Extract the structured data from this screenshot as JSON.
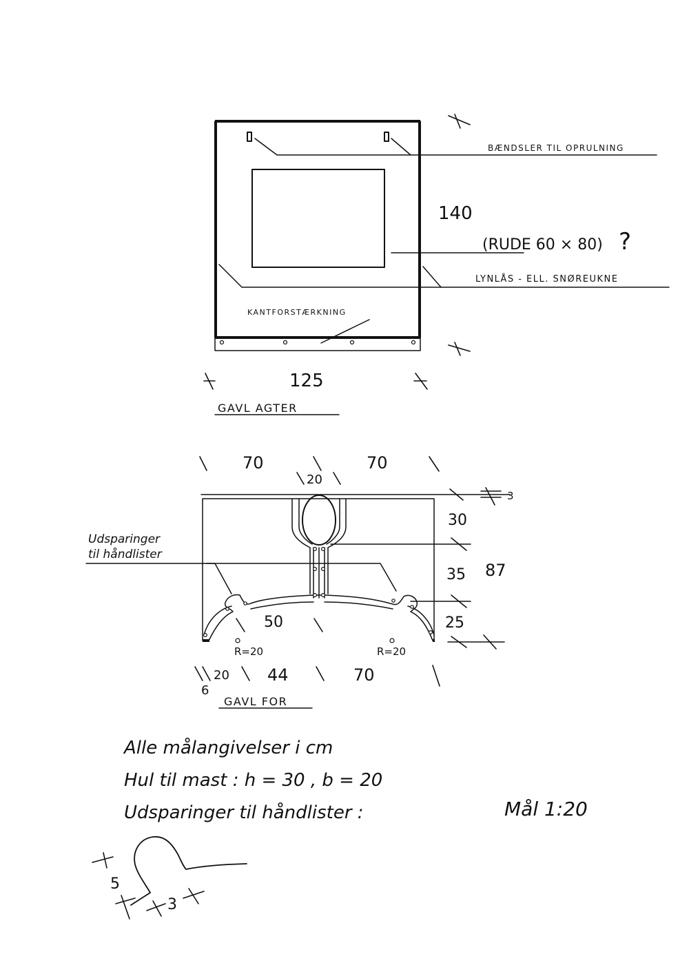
{
  "gavl_agter": {
    "title": "GAVL AGTER",
    "label_baendsler": "BÆNDSLER TIL OPRULNING",
    "label_height": "140",
    "label_rude": "(RUDE 60 × 80)",
    "label_question": "?",
    "label_lynlas": "LYNLÅS - ELL. SNØREUKNE",
    "label_kant": "KANTFORSTÆRKNING",
    "label_width": "125"
  },
  "gavl_for": {
    "title": "GAVL FOR",
    "label_udsparinger_1": "Udsparinger",
    "label_udsparinger_2": "til håndlister",
    "dim_top_left": "70",
    "dim_top_right": "70",
    "dim_top_middle": "20",
    "dim_3": "3",
    "dim_30": "30",
    "dim_35": "35",
    "dim_87": "87",
    "dim_25": "25",
    "dim_50": "50",
    "radius_left": "R=20",
    "radius_right": "R=20",
    "dim_bottom_20": "20",
    "dim_bottom_44": "44",
    "dim_bottom_70": "70",
    "dim_6": "6"
  },
  "notes": {
    "line1": "Alle målangivelser i cm",
    "line2": "Hul til mast : h = 30 , b = 20",
    "line3": "Udsparinger til håndlister :",
    "scale": "Mål  1:20"
  },
  "detail": {
    "dim_5": "5",
    "dim_3": "3"
  }
}
